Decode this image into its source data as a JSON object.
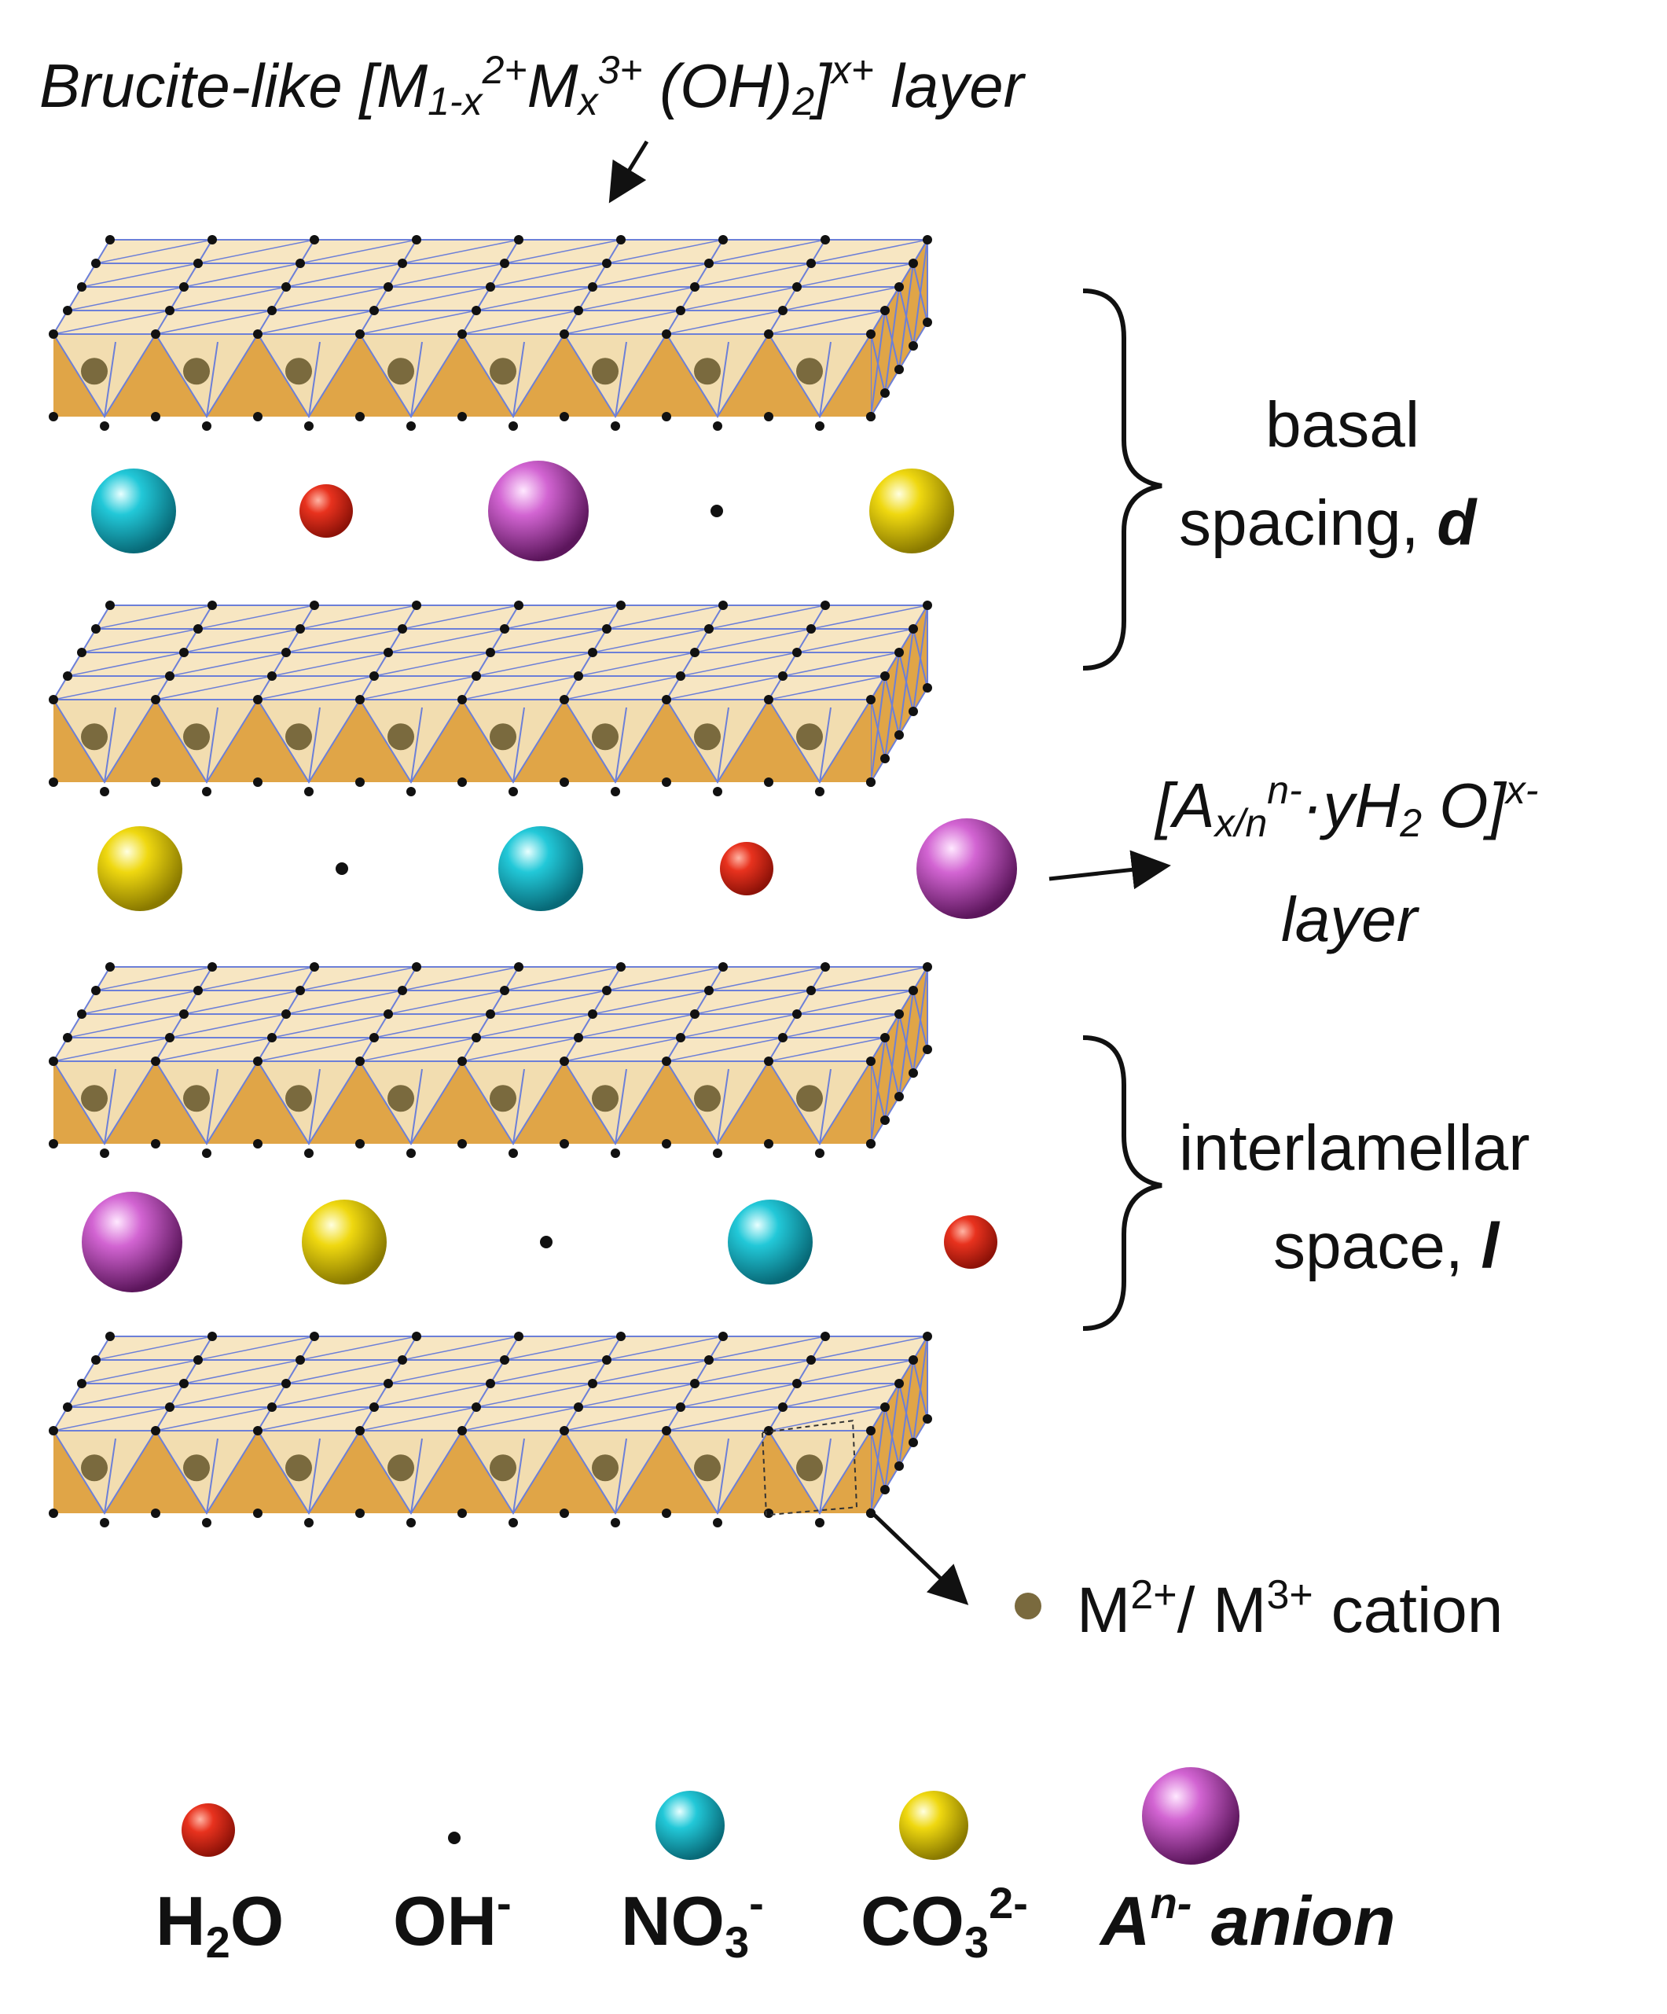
{
  "title": {
    "prefix": "Brucite-like [M",
    "sub1": "1-x",
    "sup1": "2+",
    "mid": "M",
    "sub2": "x",
    "sup2": "3+",
    "mid2": " (OH)",
    "sub3": "2",
    "mid3": "]",
    "sup3": "x+",
    "suffix": " layer"
  },
  "basal": {
    "line1": "basal",
    "line2_text": "spacing, ",
    "line2_symbol": "d"
  },
  "anion_layer": {
    "prefix": "[A",
    "sub1": "x/n",
    "sup1": "n-",
    "mid": "·yH",
    "sub2": "2",
    "mid2": " O]",
    "sup2": "x-",
    "line2": "layer"
  },
  "interlamellar": {
    "line1": "interlamellar",
    "line2_text": "space, ",
    "line2_symbol": "l"
  },
  "cation": {
    "m": "M",
    "sup1": "2+",
    "sep": "/ M",
    "sup2": "3+",
    "suffix": " cation"
  },
  "legend": {
    "h2o": {
      "base": "H",
      "sub": "2",
      "tail": "O"
    },
    "oh": {
      "base": "OH",
      "sup": "-"
    },
    "no3": {
      "base": "NO",
      "sub": "3",
      "sup": "-"
    },
    "co3": {
      "base": "CO",
      "sub": "3",
      "sup": "2-"
    },
    "anion": {
      "base": "A",
      "sup": "n-",
      "tail": " anion"
    }
  },
  "colors": {
    "h2o": "#d42a1a",
    "no3": "#1fc3d3",
    "co3": "#e8d20a",
    "anion": "#c058c0",
    "oh": "#111111",
    "cation_dot": "#7a6a3e",
    "slab_top": "#f7e6c2",
    "slab_side_light": "#f2ddb0",
    "slab_side_dark": "#e0a547",
    "slab_edge": "#6c7fd8"
  }
}
